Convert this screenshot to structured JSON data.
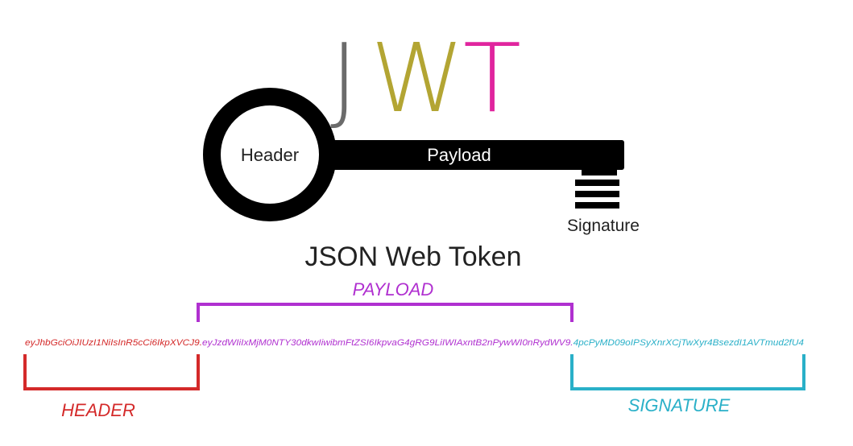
{
  "logo": {
    "letters": [
      {
        "char": "J",
        "color": "#6b6b6b"
      },
      {
        "char": "W",
        "color": "#b3a533"
      },
      {
        "char": "T",
        "color": "#e0259e"
      }
    ]
  },
  "key": {
    "header_label": "Header",
    "payload_label": "Payload",
    "signature_label": "Signature"
  },
  "title": "JSON Web Token",
  "token": {
    "header_part": "eyJhbGciOiJIUzI1NiIsInR5cCi6IkpXVCJ9.",
    "payload_part": "eyJzdWIiIxMjM0NTY30dkwIiwibmFtZSI6IkpvaG4gRG9LiIWIAxntB2nPywWI0nRydWV9.",
    "signature_part": "4pcPyMD09oIPSyXnrXCjTwXyr4BsezdI1AVTmud2fU4"
  },
  "brackets": {
    "header_label": "HEADER",
    "payload_label": "PAYLOAD",
    "signature_label": "SIGNATURE"
  },
  "colors": {
    "header": "#d42a2a",
    "payload": "#b030d0",
    "signature": "#2ab0c8",
    "key": "#000000",
    "text": "#222222"
  }
}
